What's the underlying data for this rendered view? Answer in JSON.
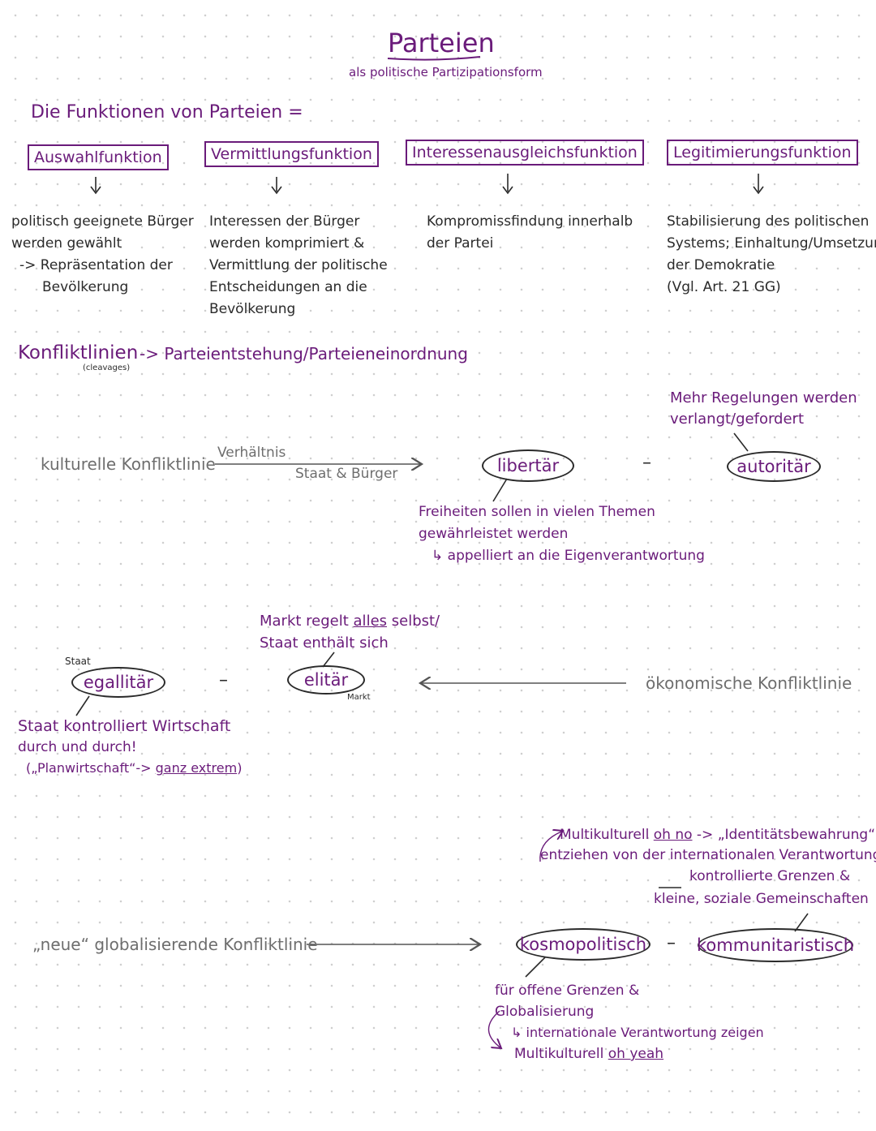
{
  "header": {
    "title": "Parteien",
    "subtitle": "als politische Partizipationsform"
  },
  "functions": {
    "heading": "Die Funktionen von Parteien =",
    "items": [
      {
        "label": "Auswahlfunktion",
        "text": [
          "politisch geeignete Bürger",
          "werden gewählt",
          "-> Repräsentation der",
          "Bevölkerung"
        ]
      },
      {
        "label": "Vermittlungsfunktion",
        "text": [
          "Interessen der Bürger",
          "werden komprimiert &",
          "Vermittlung der politische",
          "Entscheidungen an die",
          "Bevölkerung"
        ]
      },
      {
        "label": "Interessenausgleichsfunktion",
        "text": [
          "Kompromissfindung innerhalb",
          "der Partei"
        ]
      },
      {
        "label": "Legitimierungsfunktion",
        "text": [
          "Stabilisierung des politischen",
          "Systems; Einhaltung/Umsetzung",
          "der Demokratie",
          "(Vgl. Art. 21 GG)"
        ]
      }
    ]
  },
  "cleavages": {
    "heading": "Konfliktlinien",
    "heading_note": "(cleavages)",
    "arrow_text": "-> Parteientstehung/Parteieneinordnung"
  },
  "cultural": {
    "label": "kulturelle Konfliktlinie",
    "relation_top": "Verhältnis",
    "relation_bottom": "Staat & Bürger",
    "left_pole": "libertär",
    "dash": "–",
    "right_pole": "autoritär",
    "right_note": [
      "Mehr Regelungen werden",
      "verlangt/gefordert"
    ],
    "left_note": [
      "Freiheiten sollen in vielen Themen",
      "gewährleistet werden",
      "↳ appelliert an die Eigenverantwortung"
    ]
  },
  "economic": {
    "label": "ökonomische Konfliktlinie",
    "left_pole": "egallitär",
    "left_small": "Staat",
    "dash": "–",
    "right_pole": "elitär",
    "right_small": "Markt",
    "top_note_a": "Markt regelt ",
    "top_note_b": "alles",
    "top_note_c": " selbst/",
    "top_note_line2": "Staat enthält sich",
    "bottom_note_line1": "Staat kontrolliert Wirtschaft",
    "bottom_note_line2": "durch und durch!",
    "bottom_note_a": "(„Planwirtschaft“-> ",
    "bottom_note_b": "ganz extrem",
    "bottom_note_c": ")"
  },
  "global": {
    "label": "„neue“ globalisierende Konfliktlinie",
    "left_pole": "kosmopolitisch",
    "dash": "–",
    "right_pole": "kommunitaristisch",
    "top_line1_a": "Multikulturell ",
    "top_line1_b": "oh no",
    "top_line1_c": " -> „Identitätsbewahrung“",
    "top_line2": "entziehen von der internationalen Verantwortung",
    "top_line3": "kontrollierte Grenzen &",
    "top_line4": "kleine, soziale Gemeinschaften",
    "bottom_line1": "für offene Grenzen &",
    "bottom_line2": "Globalisierung",
    "bottom_line3": "↳ internationale Verantwortung zeigen",
    "bottom_line4_a": "Multikulturell ",
    "bottom_line4_b": "oh yeah"
  }
}
